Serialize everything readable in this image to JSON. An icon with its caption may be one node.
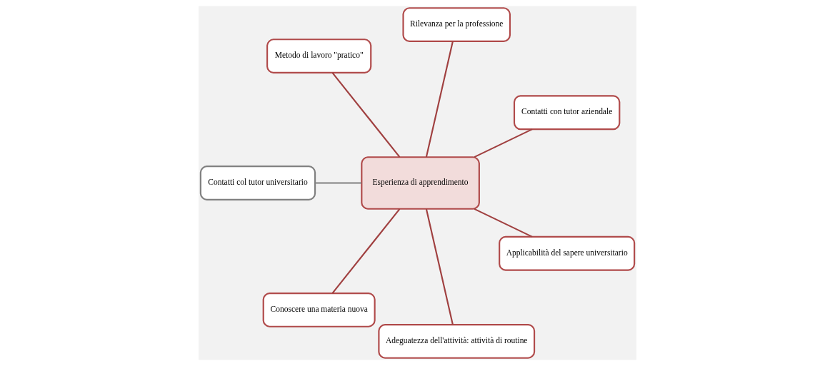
{
  "diagram": {
    "nodes": [
      {
        "text": [
          "Esperienza di apprendimento"
        ]
      },
      {
        "text": [
          "Contatti con tutor aziendale"
        ]
      },
      {
        "text": [
          "Rilevanza per la professione"
        ]
      },
      {
        "text": [
          "Metodo di lavoro \"pratico\""
        ]
      },
      {
        "text": [
          "Contatti col tutor universitario"
        ]
      },
      {
        "text": [
          "Conoscere una materia nuova"
        ]
      },
      {
        "text": [
          "Adeguatezza dell'attività: attività di routine"
        ]
      },
      {
        "text": [
          "Applicabilità del sapere universitario"
        ]
      }
    ],
    "edges": [
      {
        "from": 0,
        "to": 1,
        "arrow": "none"
      },
      {
        "from": 0,
        "to": 2,
        "arrow": "none"
      },
      {
        "from": 0,
        "to": 3,
        "arrow": "none"
      },
      {
        "from": 0,
        "to": 4,
        "arrow": "none",
        "color": "#808080"
      },
      {
        "from": 0,
        "to": 5,
        "arrow": "none"
      },
      {
        "from": 0,
        "to": 6,
        "arrow": "none"
      },
      {
        "from": 0,
        "to": 7,
        "arrow": "none"
      }
    ]
  }
}
